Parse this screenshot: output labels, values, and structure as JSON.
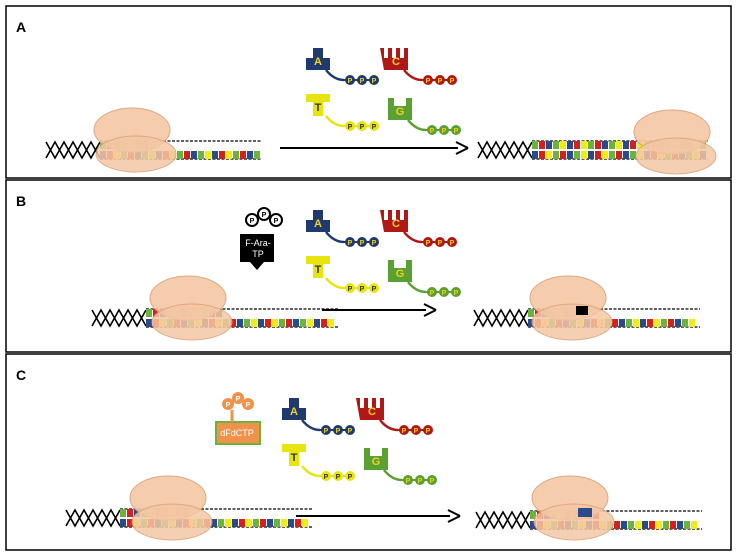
{
  "panels": [
    {
      "label": "A",
      "inhibitor": null,
      "nucleotides": [
        {
          "letter": "A",
          "color": "#1f3a6e"
        },
        {
          "letter": "C",
          "color": "#b01818"
        },
        {
          "letter": "T",
          "color": "#e8e40e"
        },
        {
          "letter": "G",
          "color": "#5aa032"
        }
      ],
      "phosphate_label": "P"
    },
    {
      "label": "B",
      "inhibitor": {
        "label_line1": "F-Ara-",
        "label_line2": "TP",
        "color": "#000000"
      },
      "nucleotides": [
        {
          "letter": "A",
          "color": "#1f3a6e"
        },
        {
          "letter": "C",
          "color": "#b01818"
        },
        {
          "letter": "T",
          "color": "#e8e40e"
        },
        {
          "letter": "G",
          "color": "#5aa032"
        }
      ],
      "phosphate_label": "P"
    },
    {
      "label": "C",
      "inhibitor": {
        "label_line1": "dFdCTP",
        "label_line2": "",
        "color": "#f0924a"
      },
      "nucleotides": [
        {
          "letter": "A",
          "color": "#1f3a6e"
        },
        {
          "letter": "C",
          "color": "#b01818"
        },
        {
          "letter": "T",
          "color": "#e8e40e"
        },
        {
          "letter": "G",
          "color": "#5aa032"
        }
      ],
      "phosphate_label": "P"
    }
  ],
  "colors": {
    "polymerase": "#f4c7a4",
    "polymerase_edge": "#d9a07a",
    "base_blue": "#2b4a8a",
    "base_red": "#d42020",
    "base_yellow": "#f0ec18",
    "base_green": "#6bb33c"
  }
}
